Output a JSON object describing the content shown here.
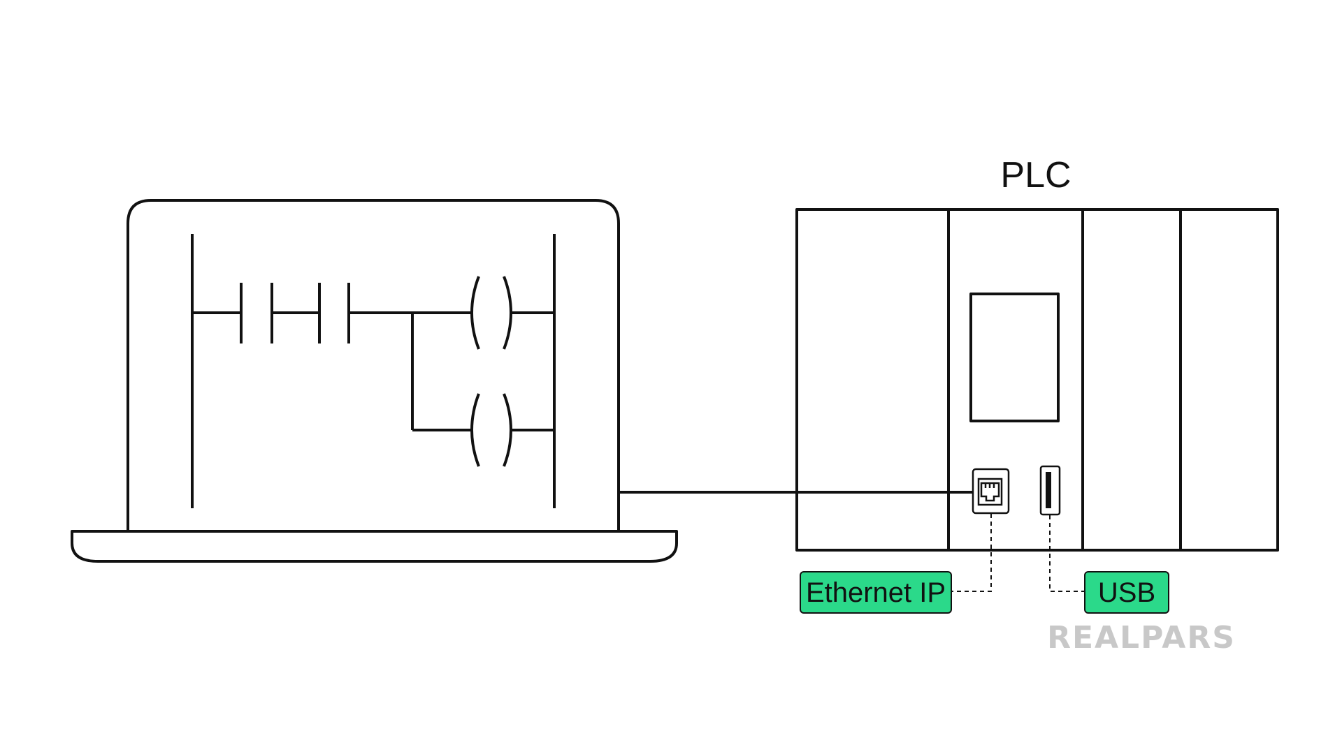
{
  "plc": {
    "title": "PLC"
  },
  "labels": {
    "ethernet": "Ethernet IP",
    "usb": "USB"
  },
  "logo": {
    "text": "REALPARS"
  },
  "colors": {
    "label_fill": "#2bd98a",
    "stroke": "#111111",
    "logo": "#c8c8c8"
  },
  "icons": {
    "computer": "laptop-icon",
    "ethernet_port": "ethernet-port-icon",
    "usb_port": "usb-port-icon"
  }
}
